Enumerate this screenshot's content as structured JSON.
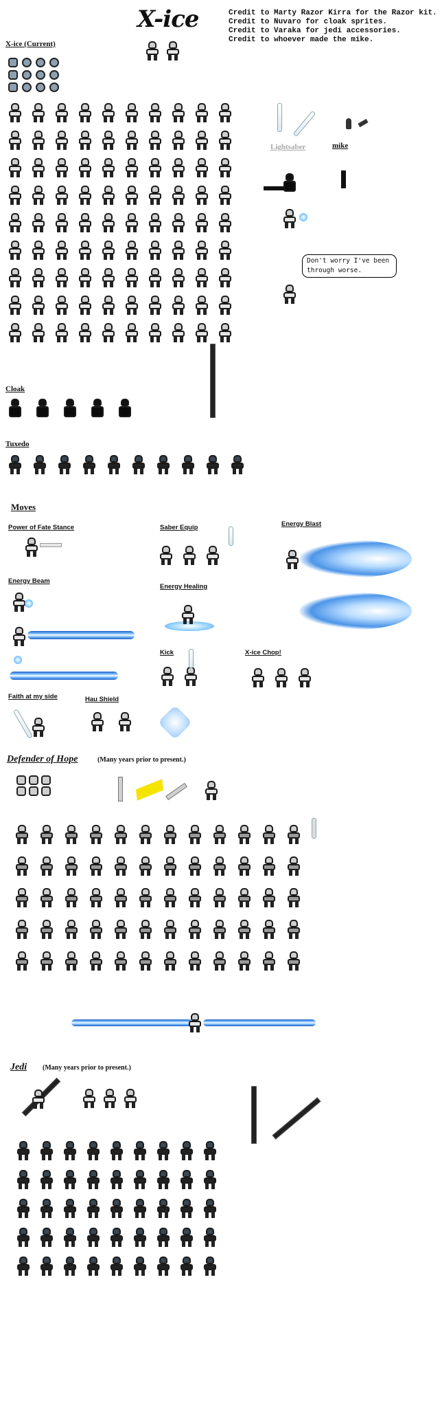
{
  "header": {
    "title": "X-ice",
    "credits": [
      "Credit to Marty Razor Kirra for the Razor kit.",
      "Credit to Nuvaro for cloak sprites.",
      "Credit to Varaka for jedi accessories.",
      "Credit to whoever made the mike."
    ]
  },
  "sections": {
    "current": "X-ice (Current)",
    "lightsaber": "Lightsaber",
    "mike": "mike",
    "speech": "Don't worry I've been through worse.",
    "cloak": "Cloak",
    "tuxedo": "Tuxedo",
    "moves": "Moves",
    "defender": "Defender of Hope",
    "defender_note": "(Many years prior to present.)",
    "jedi": "Jedi",
    "jedi_note": "(Many years prior to present.)"
  },
  "moves": {
    "power_of_fate": "Power of Fate Stance",
    "saber_equip": "Saber Equip",
    "energy_blast": "Energy Blast",
    "energy_beam": "Energy Beam",
    "energy_healing": "Energy Healing",
    "kick": "Kick",
    "xice_chop": "X-ice Chop!",
    "faith": "Faith at my side",
    "hau_shield": "Hau Shield"
  },
  "colors": {
    "background": "#ffffff",
    "outline": "#1a1a1a",
    "energy_blue": "#4c95e8",
    "saber_yellow": "#f5e300"
  }
}
